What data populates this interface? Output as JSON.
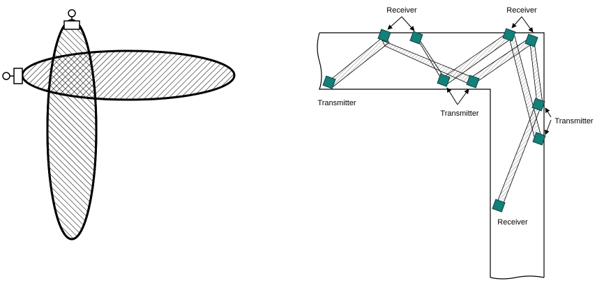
{
  "colors": {
    "background": "#ffffff",
    "stroke": "#000000",
    "sensor": "#13807a",
    "sensor_outline": "#0b3f3c"
  },
  "labels": {
    "receiver_top_left": "Receiver",
    "receiver_top_right": "Receiver",
    "transmitter_left": "Transmitter",
    "transmitter_corner": "Transmitter",
    "transmitter_right": "Transmitter",
    "receiver_bottom": "Receiver"
  }
}
